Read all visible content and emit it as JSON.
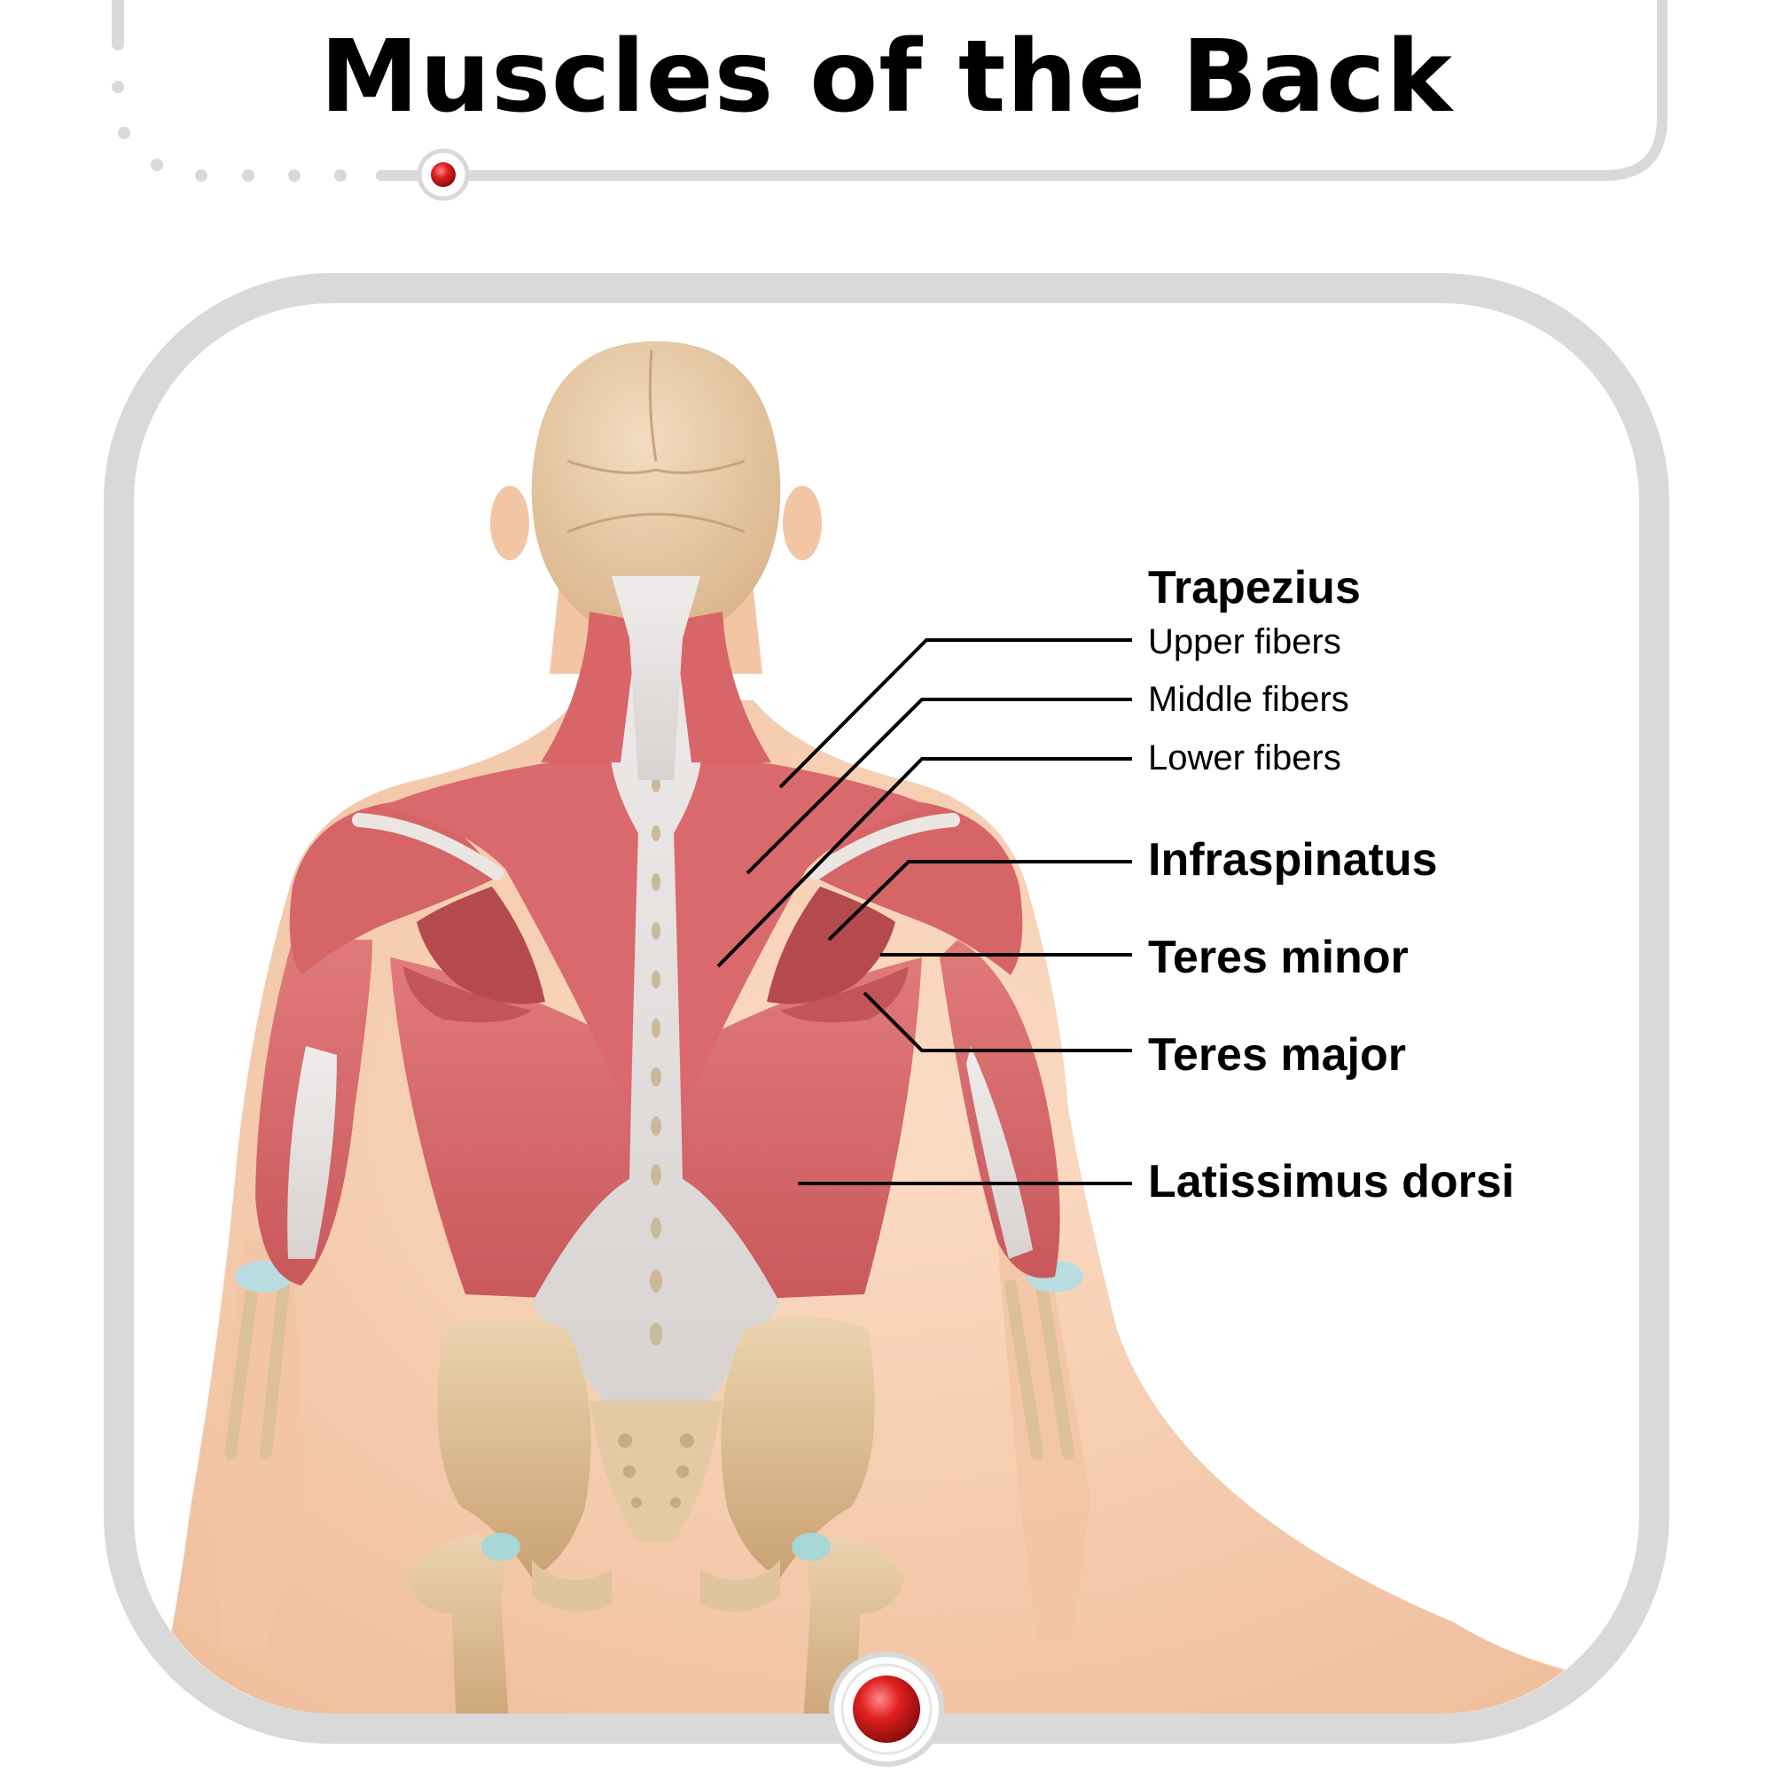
{
  "title": "Muscles of the Back",
  "labels": {
    "trapezius": "Trapezius",
    "upper_fibers": "Upper fibers",
    "middle_fibers": "Middle fibers",
    "lower_fibers": "Lower fibers",
    "infraspinatus": "Infraspinatus",
    "teres_minor": "Teres minor",
    "teres_major": "Teres major",
    "latissimus_dorsi": "Latissimus dorsi"
  },
  "colors": {
    "frame": "#d9d9d9",
    "accent_red": "#d81e1e",
    "muscle": "#d9686a",
    "muscle_dark": "#b24a4d",
    "tendon": "#e6e1df",
    "skin": "#f5cdb0",
    "bone": "#d9b98e",
    "leader_line": "#000000"
  }
}
